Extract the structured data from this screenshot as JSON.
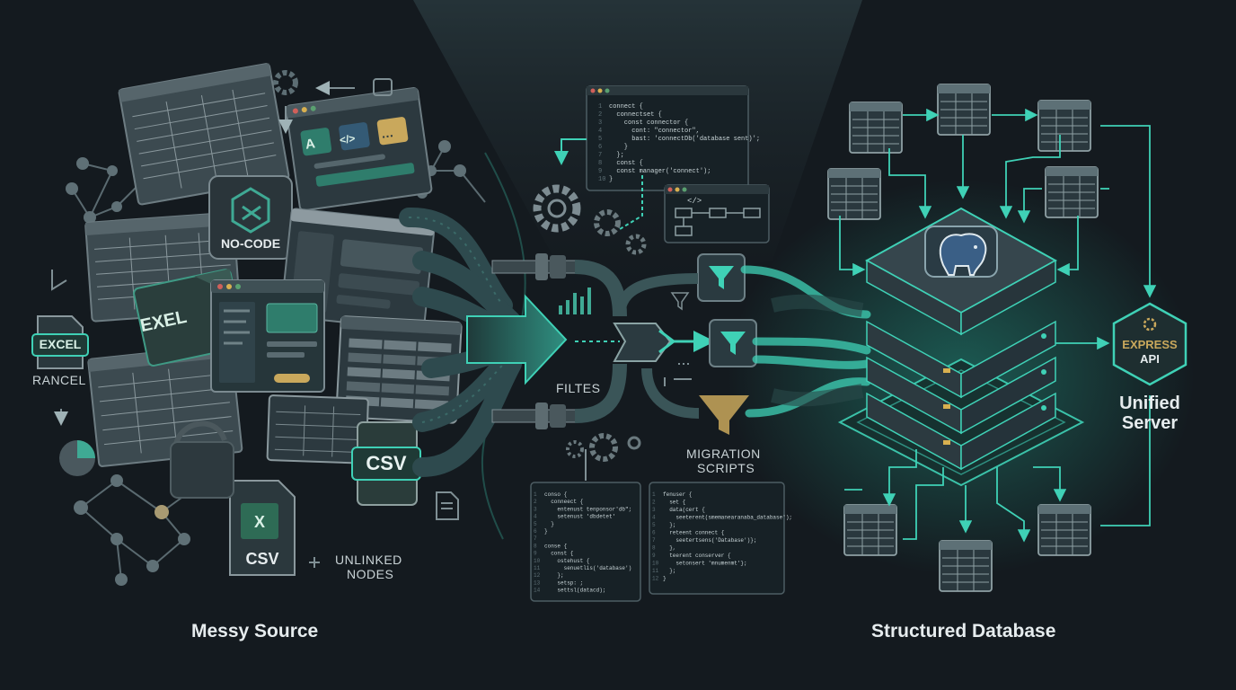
{
  "source": {
    "caption": "Messy Source",
    "labels": {
      "excel_badge": "EXCEL",
      "rancel": "RANCEL",
      "exel_badge": "EXEL",
      "nocode": "NO-CODE",
      "csv_badge": "CSV",
      "csv_file": "CSV",
      "unlinked_line1": "UNLINKED",
      "unlinked_line2": "NODES",
      "tile_a": "A",
      "tile_code": "</>",
      "tile_dots": "…"
    }
  },
  "pipeline": {
    "filtes": "FILTES",
    "migration_line1": "MIGRATION",
    "migration_line2": "SCRIPTS",
    "code_top": [
      "connect {",
      "  connectset {",
      "    const connector {",
      "      cont: \"connector\",",
      "      bast: 'connectDb('database sent)';",
      "    }",
      "  };",
      "  const {",
      "  const manager('connect');",
      "}"
    ],
    "code_left": [
      "conso {",
      "  conneect {",
      "    entenust tenponsor'db\";",
      "    setenust 'dbdetet'",
      "  }",
      "}",
      "",
      "conse {",
      "  const {",
      "    ostehust {",
      "      senuetlis('database')",
      "    };",
      "    setsp: ;",
      "    settsl(datacd);"
    ],
    "code_right": [
      "fenuser {",
      "  set {",
      "  data(cert {",
      "    seeterent(smemanearanaba_database');",
      "  };",
      "  reteent connect {",
      "    seetertsens('Database')};",
      "  },",
      "  teerent conserver {",
      "    setonsert 'mnumenmt'};",
      "  };",
      "}"
    ],
    "diagram_tag": "</>"
  },
  "target": {
    "caption": "Structured Database",
    "api_line1": "EXPRESS",
    "api_line2": "API",
    "server_line1": "Unified",
    "server_line2": "Server"
  },
  "colors": {
    "background": "#141a1f",
    "teal": "#3fd1b6",
    "panel": "#2b3a40",
    "gold": "#c9a85c"
  }
}
